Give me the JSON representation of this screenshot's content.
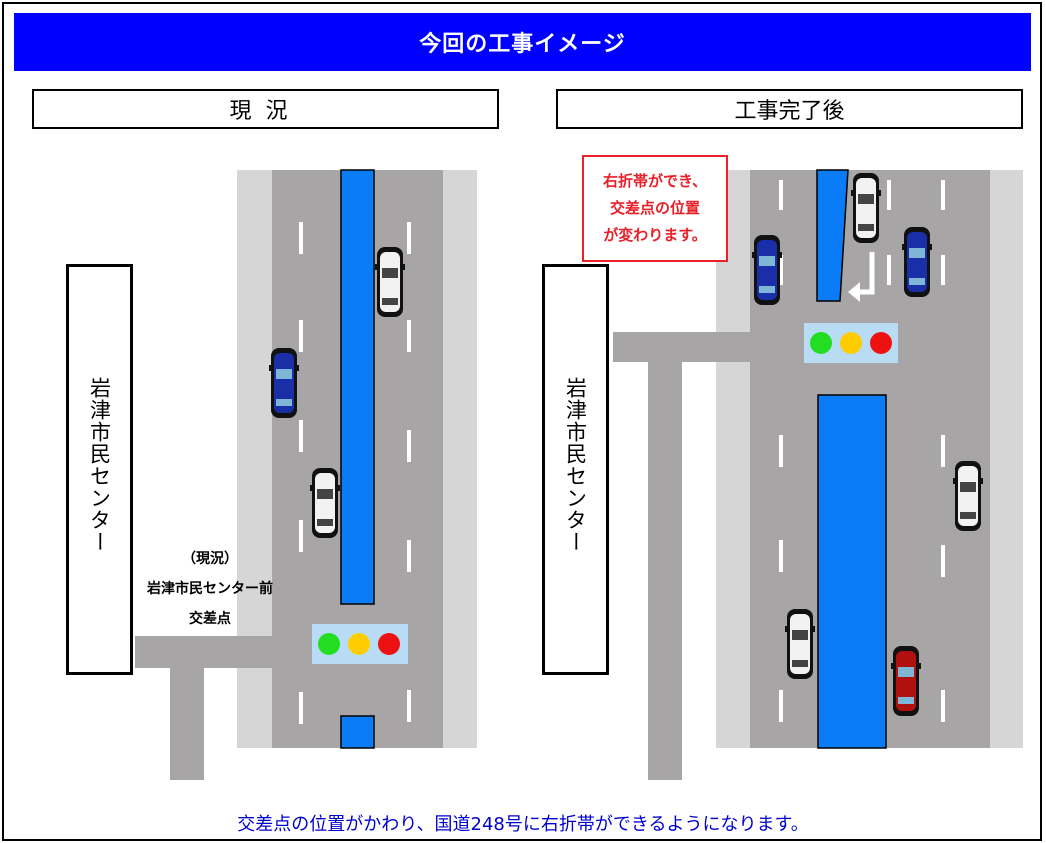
{
  "title": "今回の工事イメージ",
  "panels": {
    "left_label": "現況",
    "right_label": "工事完了後"
  },
  "building": {
    "left_name": "岩津市民センター",
    "right_name": "岩津市民センター"
  },
  "left_note": {
    "line1": "（現況）",
    "line2": "岩津市民センター前",
    "line3": "交差点"
  },
  "callout": {
    "line1": "右折帯ができ、",
    "line2": "交差点の位置",
    "line3": "が変わります。"
  },
  "footer": "交差点の位置がかわり、国道248号に右折帯ができるようになります。",
  "colors": {
    "title_bar": "#0000ff",
    "road": "#a8a5a6",
    "sidewalk": "#d6d6d6",
    "median": "#0a7cf7",
    "signal_panel": "#b8dcf4",
    "signal_green": "#22dd22",
    "signal_yellow": "#ffcc00",
    "signal_red": "#ee1111",
    "callout": "#e8202a",
    "footer_text": "#0000cc"
  }
}
